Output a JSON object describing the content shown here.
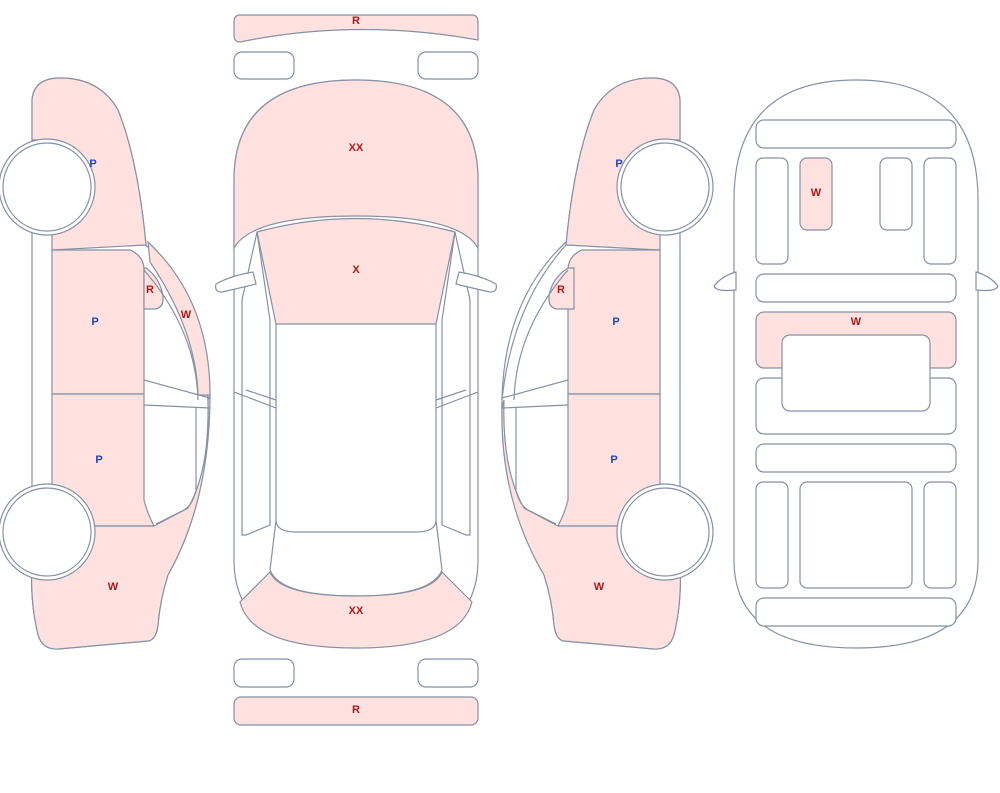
{
  "colors": {
    "damaged_fill": "#ffe1df",
    "outline": "#8591a5",
    "code_red": "#b01818",
    "code_blue": "#1a47b8"
  },
  "legend": {
    "top": {
      "rear_bumper": "R",
      "rear_trunk": "XX",
      "roof": "X",
      "hood": "XX",
      "front_bumper": "R"
    },
    "left": {
      "rear_quarter": "P",
      "rear_door": "P",
      "front_door": "P",
      "fender": "W",
      "mirror": "R",
      "a_pillar": "W"
    },
    "right": {
      "rear_quarter": "P",
      "rear_door": "P",
      "front_door": "P",
      "fender": "W",
      "mirror": "R"
    },
    "under": {
      "upper_panel": "W",
      "crossmember": "W"
    }
  }
}
